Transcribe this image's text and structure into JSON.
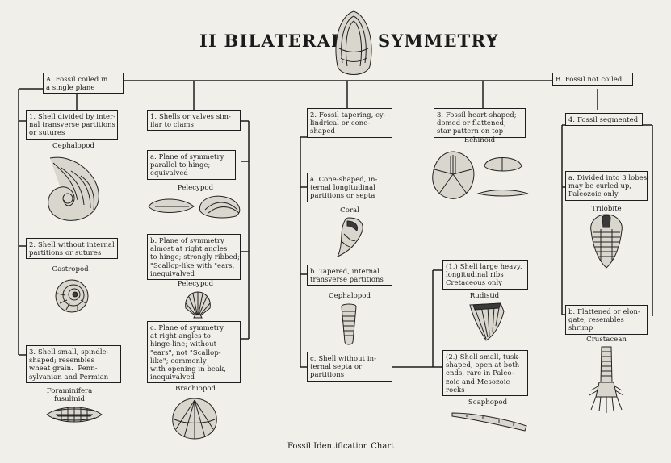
{
  "title": {
    "part1": "II BILATERAL",
    "part2": "SYMMETRY",
    "dots": "• •"
  },
  "caption": "Fossil Identification Chart",
  "branches": {
    "a": "A. Fossil coiled in\na single plane",
    "b": "B. Fossil not coiled"
  },
  "col1": {
    "box1": "1. Shell divided by inter-\nnal transverse partitions\nor sutures",
    "label1": "Cephalopod",
    "box2": "2. Shell without internal\npartitions or sutures",
    "label2": "Gastropod",
    "box3": "3. Shell small, spindle-\nshaped; resembles\nwheat grain.  Penn-\nsylvanian and Permian",
    "label3": "Foraminifera\nfusulinid"
  },
  "col2": {
    "box1": "1. Shells or valves sim-\nilar to clams",
    "boxa": "a. Plane of symmetry\nparallel to hinge;\nequivalved",
    "labela": "Pelecypod",
    "boxb": "b. Plane of symmetry\nalmost at right angles\nto hinge; strongly ribbed;\n\"Scallop-like with \"ears,\ninequivalved",
    "labelb": "Pelecypod",
    "boxc": "c. Plane of symmetry\nat right angles to\nhinge-line; without\n\"ears\", not \"Scallop-\nlike\"; commonly\nwith opening in beak,\ninequivalved",
    "labelc": "Brachiopod"
  },
  "col3": {
    "box2": "2. Fossil tapering, cy-\nlindrical or cone-\nshaped",
    "boxa": "a. Cone-shaped, in-\nternal longitudinal\npartitions or septa",
    "labela": "Coral",
    "boxb": "b. Tapered, internal\ntransverse partitions",
    "labelb": "Cephalopod",
    "boxc": "c. Shell without in-\nternal septa or\npartitions"
  },
  "col4": {
    "box3": "3. Fossil heart-shaped;\ndomed or flattened;\nstar pattern on top",
    "label3": "Echinoid",
    "box1": "(1.) Shell large heavy,\nlongitudinal ribs\nCretaceous only",
    "label1": "Rudistid",
    "box2": "(2.) Shell small, tusk-\nshaped, open at both\nends, rare in Paleo-\nzoic and Mesozoic\nrocks",
    "label2": "Scaphopod"
  },
  "col5": {
    "box4": "4. Fossil segmented",
    "boxa": "a. Divided into 3 lobes;\nmay be curled up,\nPaleozoic only",
    "labela": "Trilobite",
    "boxb": "b. Flattened or elon-\ngate, resembles\nshrimp",
    "labelb": "Crustacean"
  }
}
